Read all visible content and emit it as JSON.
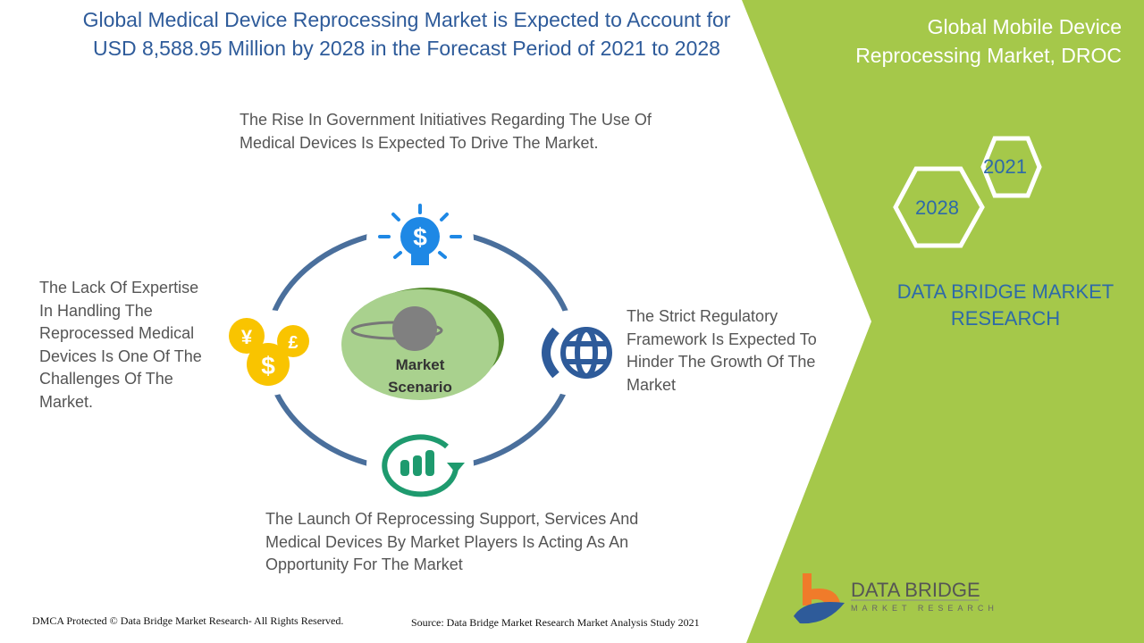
{
  "title": {
    "line1": "Global Medical Device Reprocessing  Market is Expected to Account for",
    "line2": "USD 8,588.95 Million by 2028 in the Forecast Period of 2021 to 2028"
  },
  "side_title": {
    "line1": "Global Mobile Device",
    "line2": "Reprocessing Market, DROC"
  },
  "hexagons": {
    "year1": "2021",
    "year2": "2028"
  },
  "company": {
    "line1": "DATA BRIDGE MARKET",
    "line2": "RESEARCH",
    "logo_main": "DATA BRIDGE",
    "logo_sub": "MARKET RESEARCH"
  },
  "center": {
    "line1": "Market",
    "line2": "Scenario"
  },
  "drivers": "The Rise In Government Initiatives Regarding The Use Of Medical Devices Is Expected To Drive The Market.",
  "restraints": "The Strict Regulatory Framework Is Expected To Hinder The Growth Of The Market",
  "opportunities": "The Launch Of Reprocessing Support, Services  And Medical Devices By Market Players Is Acting As An Opportunity For The Market",
  "challenges": "The Lack Of Expertise In Handling The Reprocessed Medical Devices Is One Of The Challenges Of The Market.",
  "footer": {
    "copyright": "DMCA Protected © Data Bridge Market Research- All Rights Reserved.",
    "source": "Source: Data Bridge Market Research Market Analysis Study 2021"
  },
  "colors": {
    "green": "#a5c84a",
    "blue": "#2e5b9a",
    "ring": "#4a6f9c"
  }
}
